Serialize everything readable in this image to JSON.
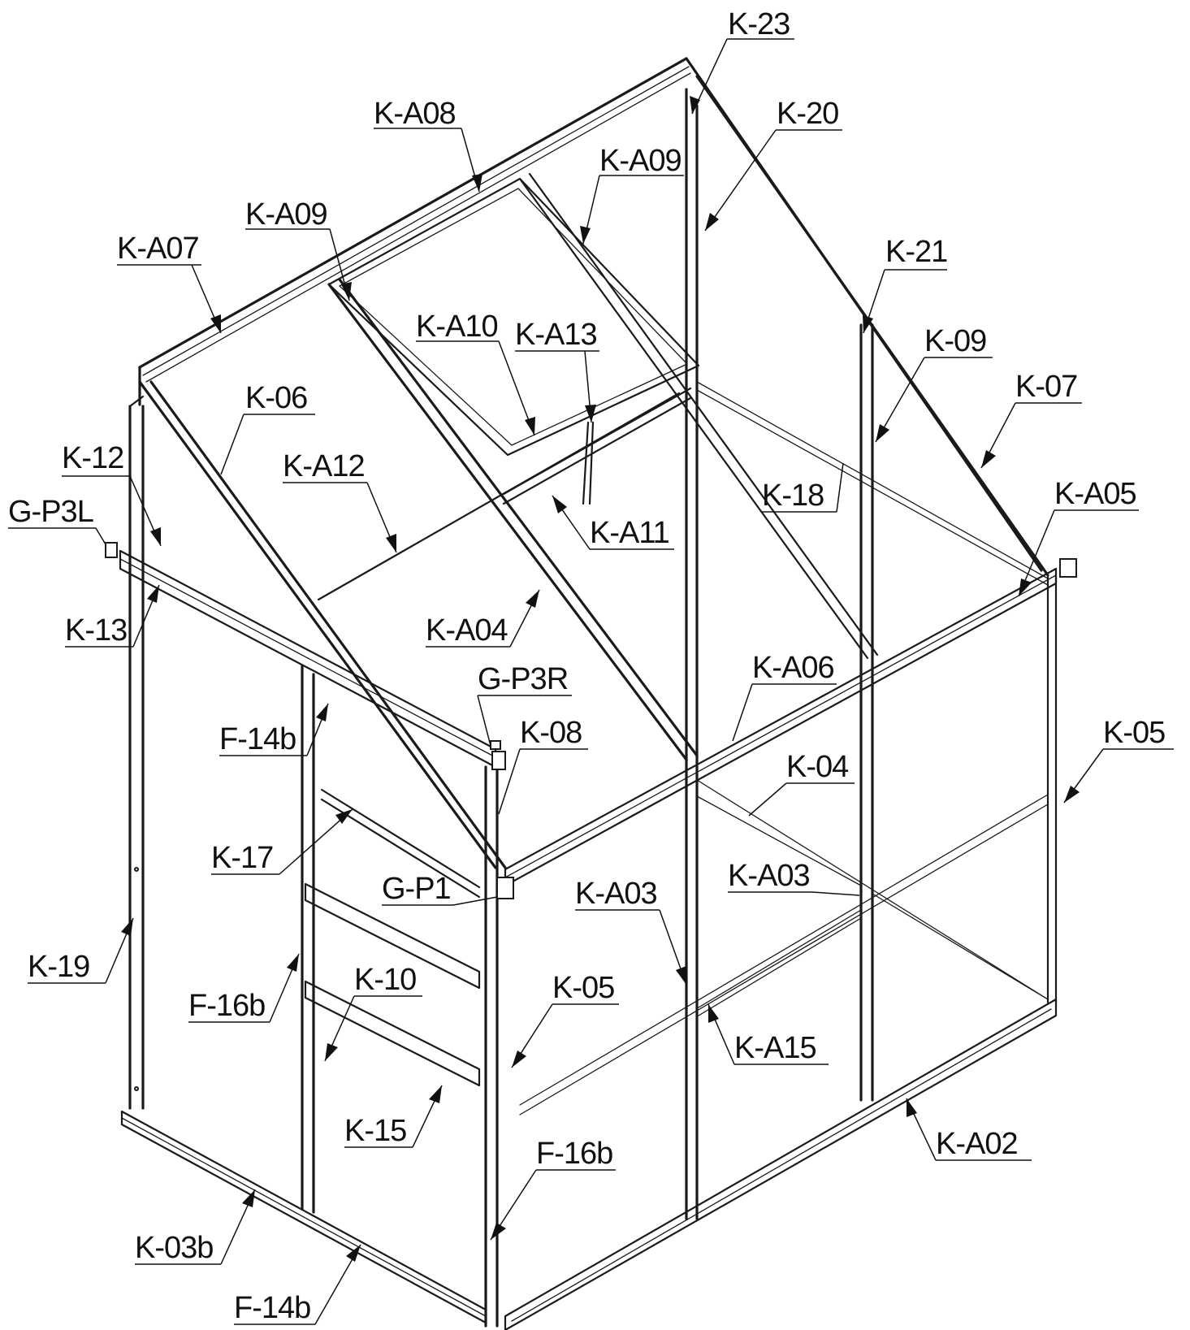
{
  "labels": {
    "k_23": "K-23",
    "k_a08": "K-A08",
    "k_20": "K-20",
    "k_a09_right": "K-A09",
    "k_a09_left": "K-A09",
    "k_a07": "K-A07",
    "k_21": "K-21",
    "k_a10": "K-A10",
    "k_a13": "K-A13",
    "k_09": "K-09",
    "k_06": "K-06",
    "k_07": "K-07",
    "k_12": "K-12",
    "k_a12": "K-A12",
    "k_18": "K-18",
    "g_p3l": "G-P3L",
    "k_a11": "K-A11",
    "k_a05": "K-A05",
    "k_13": "K-13",
    "k_a04": "K-A04",
    "k_a06": "K-A06",
    "g_p3r": "G-P3R",
    "f_14b_top": "F-14b",
    "k_08": "K-08",
    "k_05_right": "K-05",
    "k_04": "K-04",
    "k_17": "K-17",
    "k_a03_right": "K-A03",
    "g_p1": "G-P1",
    "k_a03_left": "K-A03",
    "k_19": "K-19",
    "k_10": "K-10",
    "f_16b_left": "F-16b",
    "k_05_front": "K-05",
    "k_a15": "K-A15",
    "k_15": "K-15",
    "k_a02": "K-A02",
    "f_16b_bottom": "F-16b",
    "k_03b": "K-03b",
    "f_14b_bottom": "F-14b"
  },
  "icons": [
    "roof-vent-window-icon",
    "corner-bracket-icon",
    "door-pivot-icon"
  ]
}
